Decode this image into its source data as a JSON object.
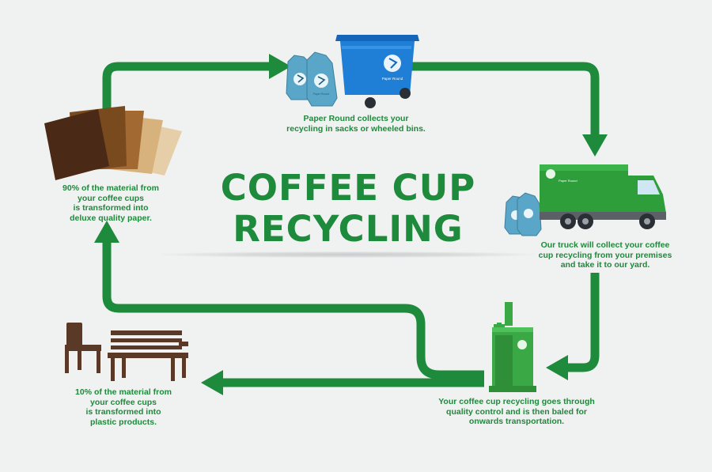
{
  "title": {
    "line1": "COFFEE CUP",
    "line2": "RECYCLING"
  },
  "colors": {
    "arrow": "#1e8a3b",
    "text": "#1e8a3b",
    "background": "#f0f1f1",
    "bin": "#1f7fd6",
    "sack": "#5aa6c8",
    "truck": "#2e9e3a",
    "baler": "#3aa844"
  },
  "brand": {
    "bin_label": "Paper Round",
    "sack_label": "Paper Round",
    "truck_label": "Paper Round"
  },
  "steps": {
    "collect": {
      "icons": [
        "sack-icon",
        "wheelie-bin-icon"
      ],
      "lines": [
        "Paper Round collects your",
        "recycling in sacks or wheeled bins."
      ]
    },
    "truck": {
      "icons": [
        "sack-icon",
        "truck-icon"
      ],
      "lines": [
        "Our truck will collect your coffee",
        "cup recycling from your premises",
        "and take it to our yard."
      ]
    },
    "baler": {
      "icons": [
        "baler-icon"
      ],
      "lines": [
        "Your coffee cup recycling goes through",
        "quality control and is then baled for",
        "onwards transportation."
      ]
    },
    "paper": {
      "icons": [
        "paper-sheets-icon"
      ],
      "lines": [
        "90% of the material from",
        "your coffee cups",
        "is transformed into",
        "deluxe quality paper."
      ]
    },
    "plastic": {
      "icons": [
        "chair-icon",
        "bench-icon"
      ],
      "lines": [
        "10% of the material from",
        "your coffee cups",
        "is transformed into",
        "plastic products."
      ]
    }
  }
}
